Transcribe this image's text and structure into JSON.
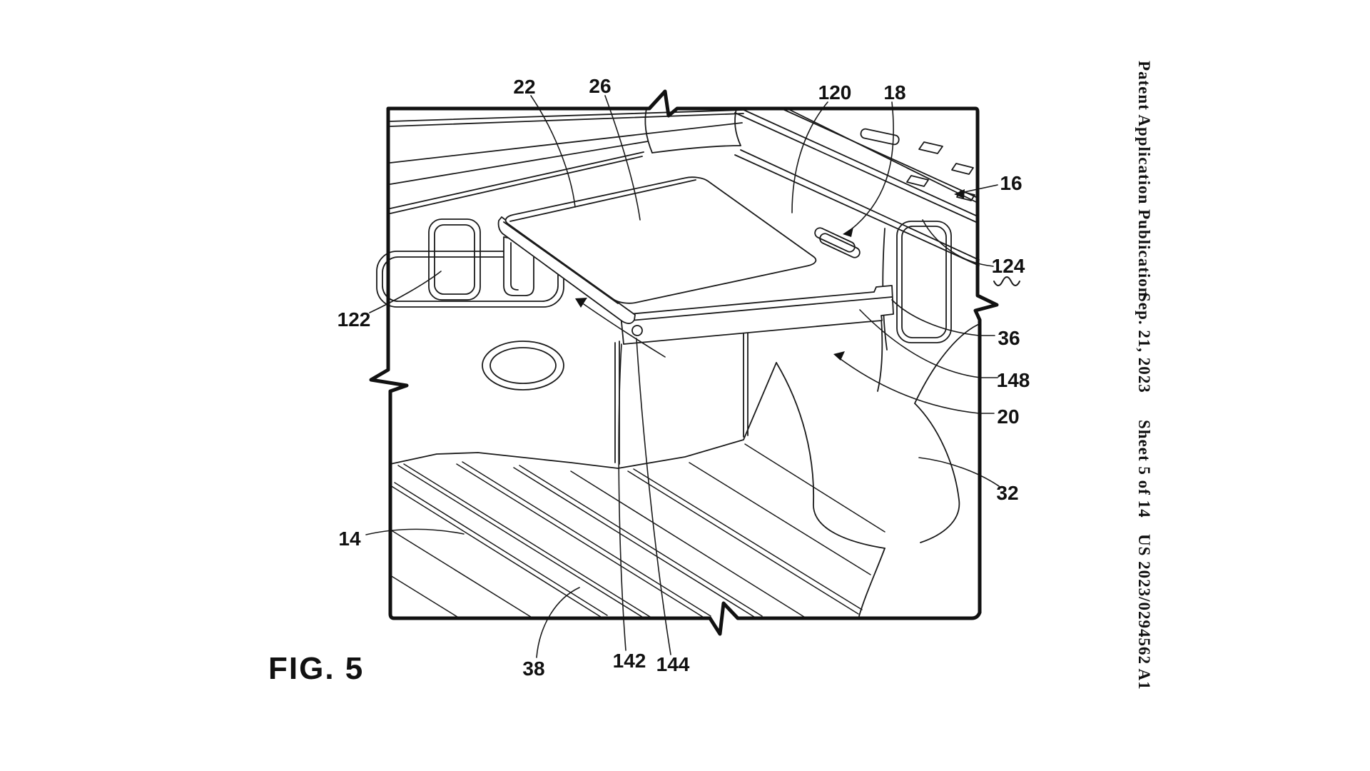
{
  "page": {
    "paper_color": "#ffffff",
    "ink_color": "#1a1a1a"
  },
  "header": {
    "publication": "Patent Application Publication",
    "date": "Sep. 21, 2023",
    "sheet": "Sheet 5 of 14",
    "document_number": "US 2023/0294562 A1"
  },
  "figure": {
    "caption": "FIG. 5",
    "reference_numerals": [
      "22",
      "26",
      "120",
      "18",
      "16",
      "124",
      "36",
      "148",
      "20",
      "32",
      "122",
      "14",
      "38",
      "142",
      "144"
    ]
  }
}
